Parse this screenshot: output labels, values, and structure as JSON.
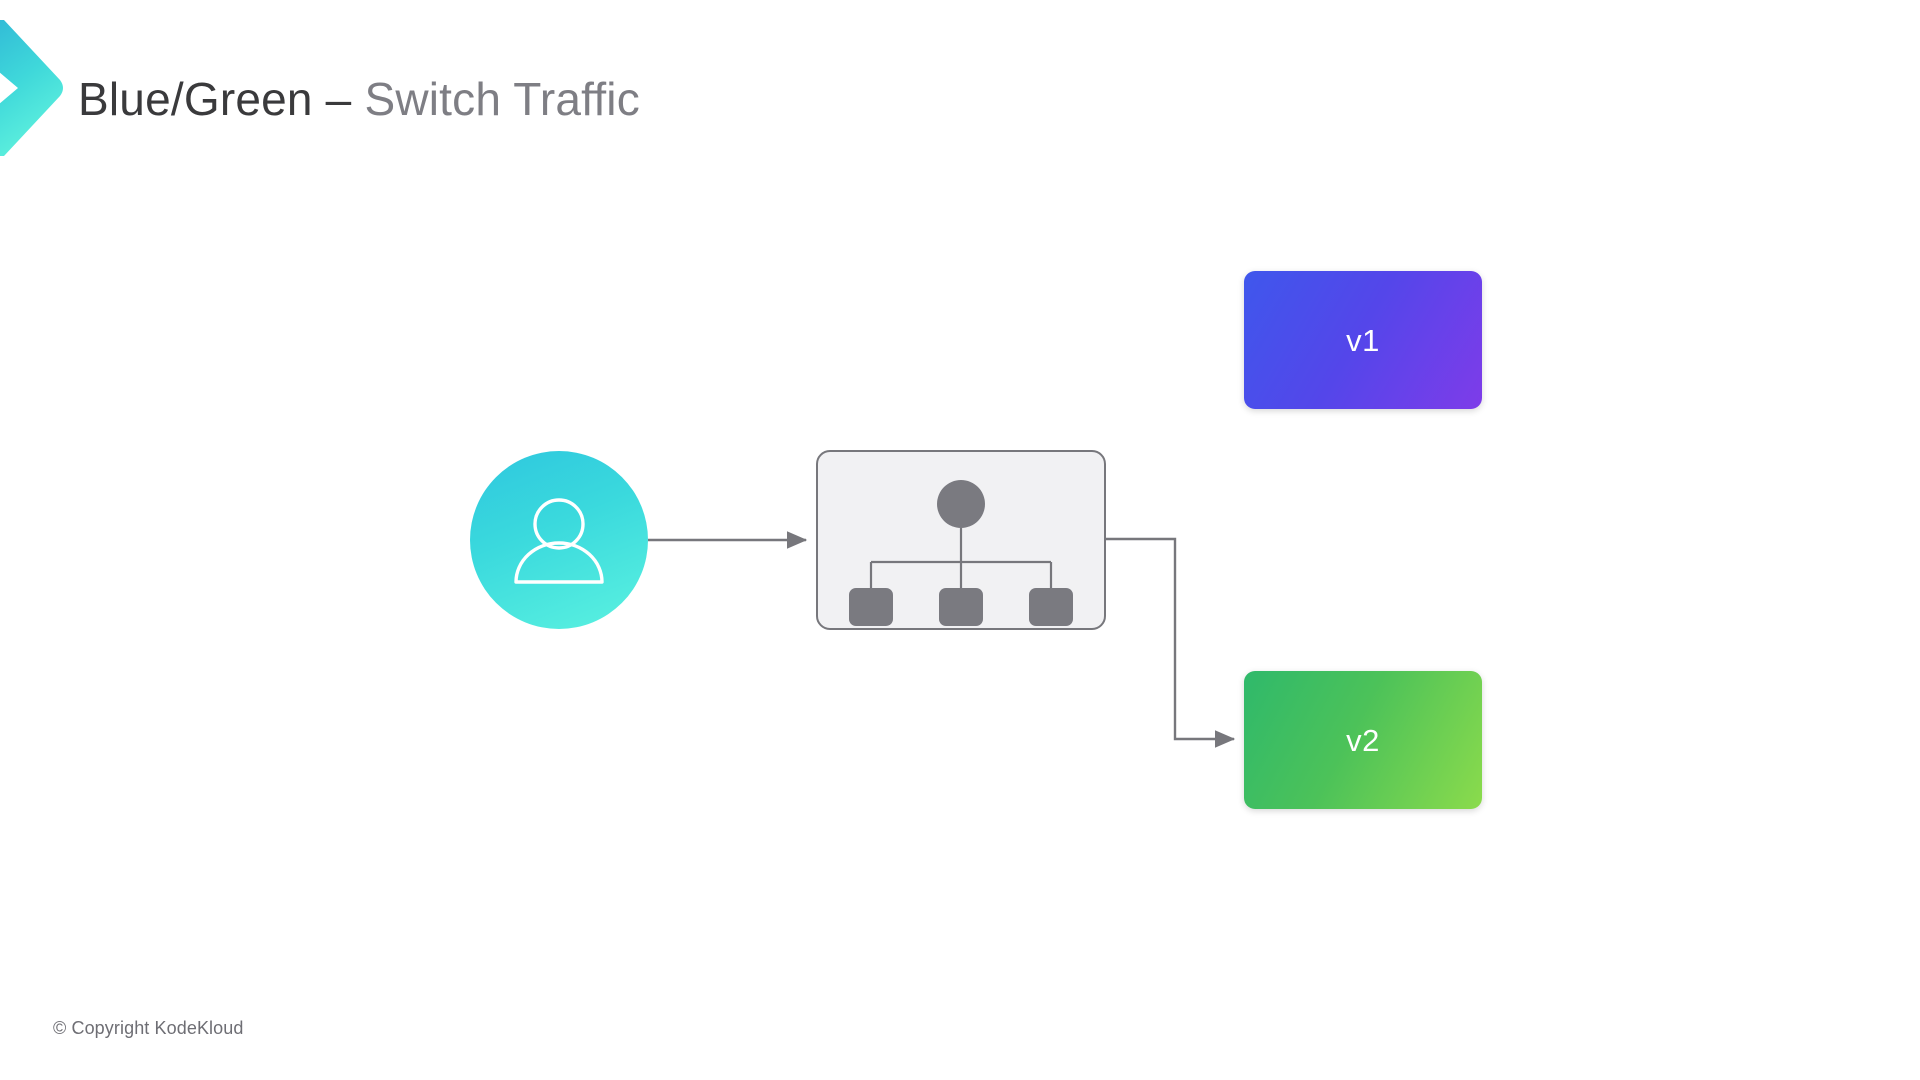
{
  "slide": {
    "title_strong": "Blue/Green – ",
    "title_light": "Switch Traffic",
    "background_color": "#ffffff"
  },
  "logo": {
    "name": "kodekloud-chevron-logo",
    "gradient_from": "#2fb6d6",
    "gradient_to": "#5df0dd"
  },
  "diagram": {
    "user": {
      "label": "user",
      "icon": "person-icon",
      "gradient_from": "#2ec7de",
      "gradient_to": "#5bf2e0"
    },
    "load_balancer": {
      "label": "load-balancer",
      "fill_color": "#f1f1f3",
      "border_color": "#77777c",
      "node_color": "#7a7a80",
      "server_count": 3
    },
    "versions": [
      {
        "label": "v1",
        "state": "inactive",
        "gradient_from": "#3f57ec",
        "gradient_to": "#7e3ce9"
      },
      {
        "label": "v2",
        "state": "active",
        "gradient_from": "#2fb96b",
        "gradient_to": "#8bdb4c"
      }
    ],
    "connectors": [
      {
        "from": "user",
        "to": "load-balancer",
        "style": "arrow",
        "color": "#77777c"
      },
      {
        "from": "load-balancer",
        "to": "v2",
        "style": "elbow-arrow",
        "color": "#77777c"
      }
    ]
  },
  "footer": {
    "copyright": "© Copyright KodeKloud"
  }
}
